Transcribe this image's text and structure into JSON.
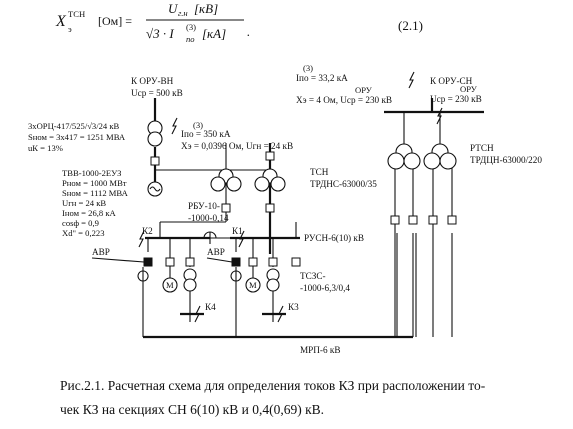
{
  "formula": {
    "lhs_symbol": "X",
    "lhs_sup": "ТСН",
    "lhs_sub": "э",
    "unit": "[Ом] =",
    "numerator": "U",
    "numerator_sub": "г.н",
    "numerator_unit": "[кВ]",
    "denominator": "√3 · I",
    "denominator_sup": "(3)",
    "denominator_sub": "по",
    "denominator_unit": "[кА]",
    "trailing": ".",
    "number": "(2.1)"
  },
  "diagram": {
    "oru_vn_label": "К ОРУ-ВН",
    "oru_vn_voltage": "Uср = 500 кВ",
    "gen_transformer_1": "3хОРЦ-417/525/√3/24 кВ",
    "gen_transformer_2": "Sном = 3х417 = 1251 МВА",
    "gen_transformer_3": "uК = 13%",
    "ipo_gen_sup": "(3)",
    "ipo_gen": "Iпо = 350 кА",
    "xe_gen": "Xэ = 0,0396 Ом, Uгн = 24 кВ",
    "gen_1": "ТВВ-1000-2ЕУЗ",
    "gen_2": "Рном = 1000 МВт",
    "gen_3": "Sном = 1112 МВА",
    "gen_4": "Uгн = 24 кВ",
    "gen_5": "Iном = 26,8 кА",
    "gen_6": "cosф = 0,9",
    "gen_7": "Xd\" = 0,223",
    "ipo_sys_sup": "(3)",
    "ipo_sys": "Iпо = 33,2 кА",
    "xe_sys_sup": "ОРУ",
    "xe_sys": "Xэ = 4 Ом, Uср = 230 кВ",
    "oru_sn_label": "К ОРУ-СН",
    "oru_sn_sup": "ОРУ",
    "oru_sn_voltage": "Uср = 230 кВ",
    "tsn_label": "ТСН",
    "tsn_type": "ТРДНС-63000/35",
    "rtsn_label": "РТСН",
    "rtsn_type": "ТРДЦН-63000/220",
    "rbu_1": "РБУ-10-",
    "rbu_2": "-1000-0,14",
    "k1": "К1",
    "k2": "К2",
    "k3": "К3",
    "k4": "К4",
    "avr_left": "АВР",
    "avr_right": "АВР",
    "rusn": "РУСН-6(10) кВ",
    "motor": "М",
    "tsz_1": "ТСЗС-",
    "tsz_2": "-1000-6,3/0,4",
    "mrp": "МРП-6 кВ"
  },
  "caption": {
    "line1": "Рис.2.1. Расчетная схема для определения токов КЗ при расположении то-",
    "line2": "чек КЗ на секциях СН 6(10) кВ и 0,4(0,69) кВ."
  }
}
